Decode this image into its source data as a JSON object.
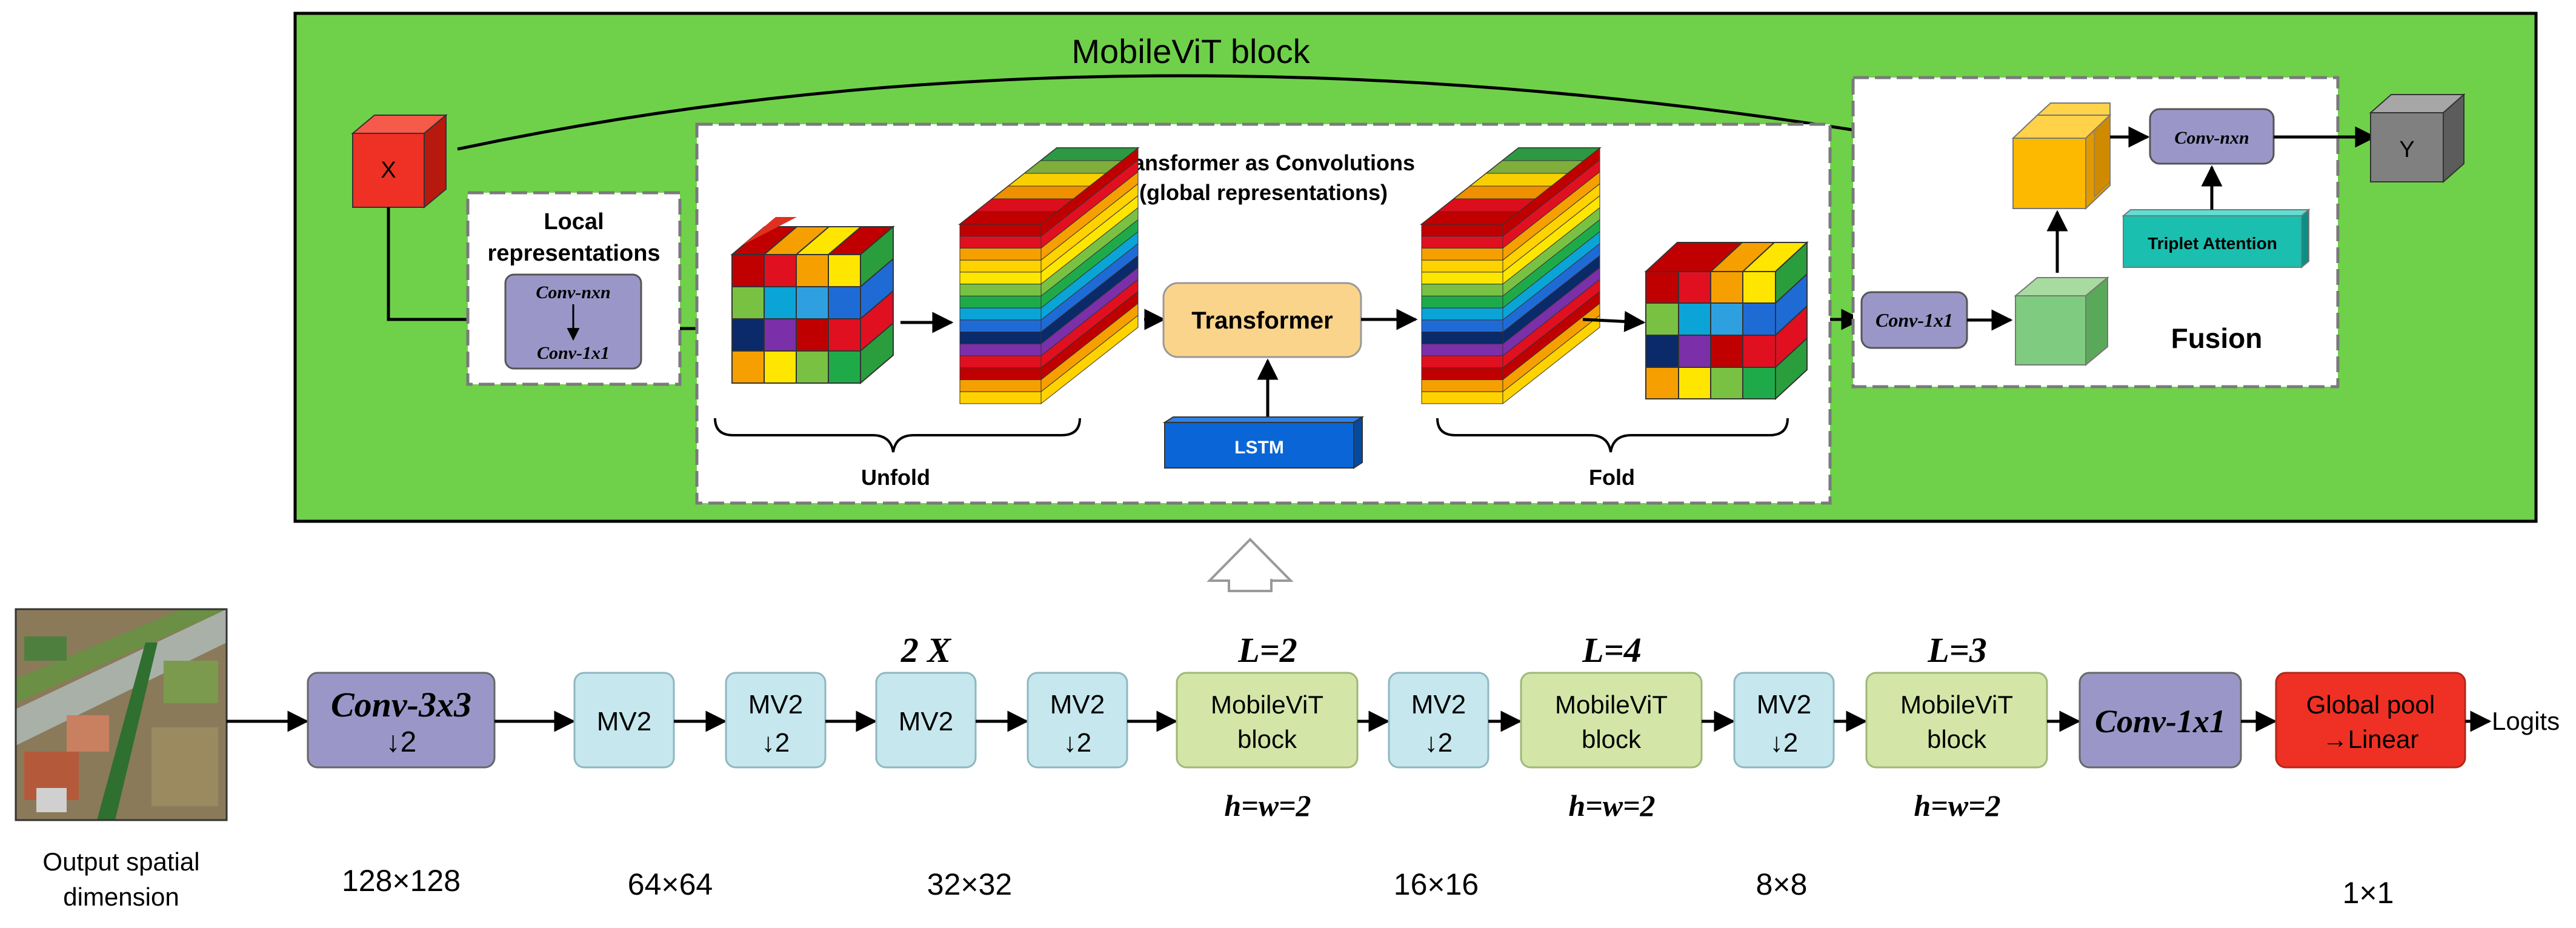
{
  "block_title": "MobileViT block",
  "transformer_title_1": "Transformer as Convolutions",
  "transformer_title_2": "(global representations)",
  "local_title_1": "Local",
  "local_title_2": "representations",
  "conv_nxn": "Conv-nxn",
  "conv_1x1": "Conv-1x1",
  "x_label": "X",
  "y_label": "Y",
  "transformer_label": "Transformer",
  "lstm_label": "LSTM",
  "unfold_label": "Unfold",
  "fold_label": "Fold",
  "fusion_label": "Fusion",
  "triplet_label": "Triplet Attention",
  "pipeline": {
    "conv3x3": "Conv-3x3",
    "down2": "↓2",
    "mv2": "MV2",
    "mvit_1": "MobileViT",
    "mvit_2": "block",
    "conv1x1": "Conv-1x1",
    "gpool_1": "Global pool",
    "gpool_2": "→Linear",
    "logits": "Logits",
    "twox": "2 X",
    "l2": "L=2",
    "l4": "L=4",
    "l3": "L=3",
    "hw": "h=w=2"
  },
  "dims": {
    "caption_1": "Output spatial",
    "caption_2": "dimension",
    "d128": "128×128",
    "d64": "64×64",
    "d32": "32×32",
    "d16": "16×16",
    "d8": "8×8",
    "d1": "1×1"
  },
  "colors": {
    "green_panel": "#6fd14a",
    "purple": "#9a97c8",
    "light_blue": "#c6e7ee",
    "light_green": "#d3e6a8",
    "red": "#ee3124",
    "orange_box": "#fbd48c",
    "lstm_blue": "#0a66d6",
    "teal": "#1bbfb0"
  }
}
